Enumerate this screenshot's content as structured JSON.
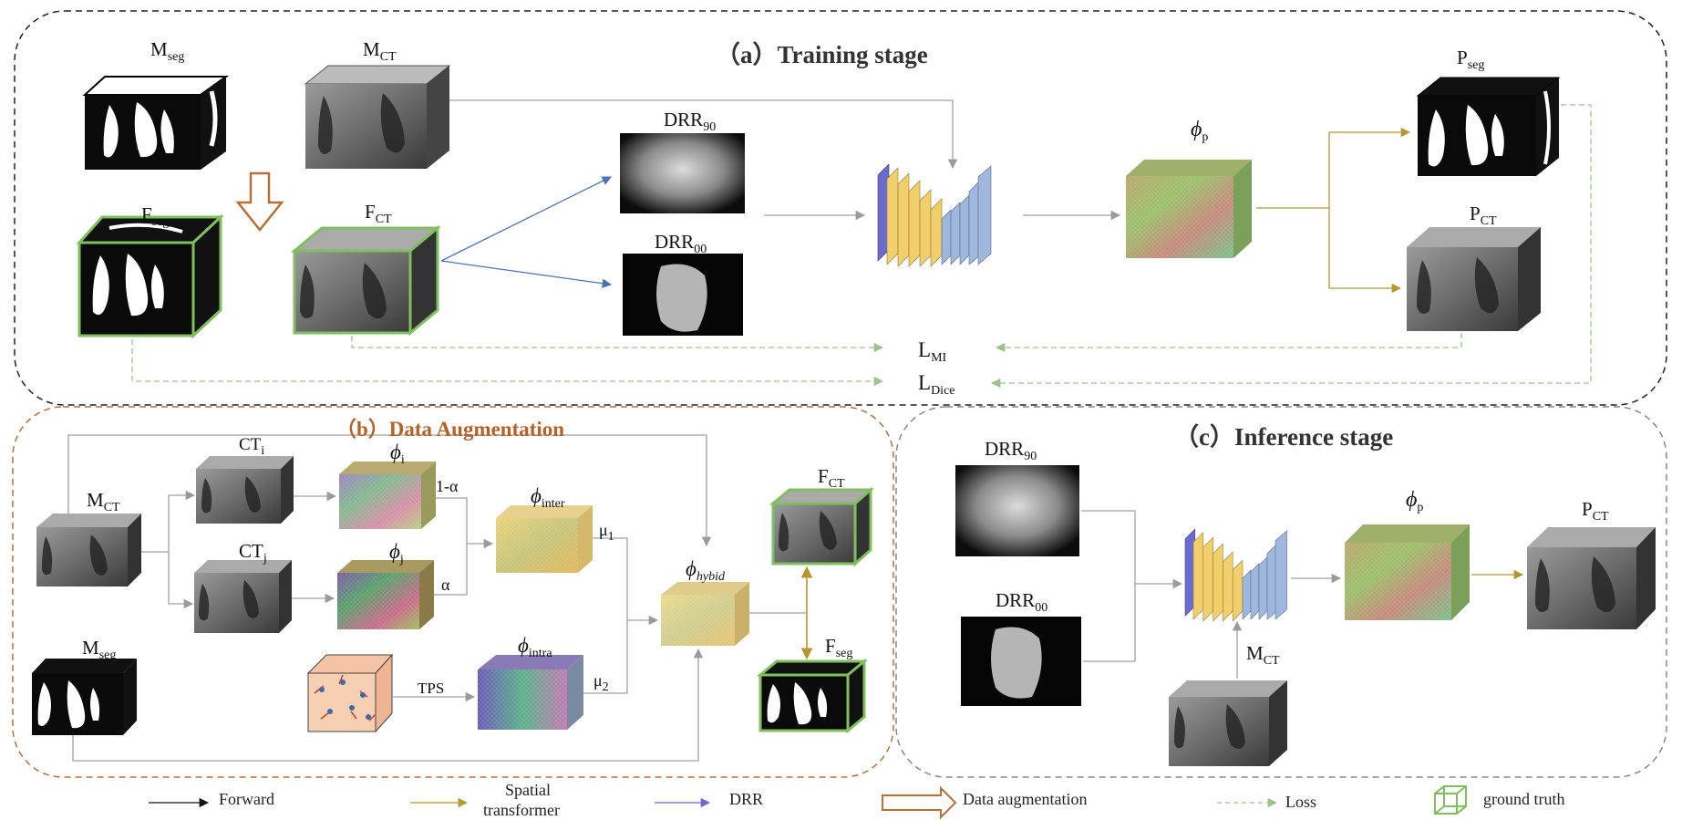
{
  "panels": {
    "training": "（a）Training stage",
    "augmentation": "（b）Data Augmentation",
    "inference": "（c）Inference stage"
  },
  "labels": {
    "a_mseg": {
      "base": "M",
      "sub": "seg"
    },
    "a_mct": {
      "base": "M",
      "sub": "CT"
    },
    "a_fseg": {
      "base": "F",
      "sub": "seg"
    },
    "a_fct": {
      "base": "F",
      "sub": "CT"
    },
    "a_drr90": {
      "base": "DRR",
      "sub": "90"
    },
    "a_drr00": {
      "base": "DRR",
      "sub": "00"
    },
    "a_phip": {
      "base": "ϕ",
      "sub": "p"
    },
    "a_pseg": {
      "base": "P",
      "sub": "seg"
    },
    "a_pct": {
      "base": "P",
      "sub": "CT"
    },
    "a_lmi": {
      "base": "L",
      "sub": "MI"
    },
    "a_ldice": {
      "base": "L",
      "sub": "Dice"
    },
    "b_mct": {
      "base": "M",
      "sub": "CT"
    },
    "b_cti": {
      "base": "CT",
      "sub": "i"
    },
    "b_ctj": {
      "base": "CT",
      "sub": "j"
    },
    "b_mseg": {
      "base": "M",
      "sub": "seg"
    },
    "b_phii": {
      "base": "ϕ",
      "sub": "i"
    },
    "b_phij": {
      "base": "ϕ",
      "sub": "j"
    },
    "b_phiinter": {
      "base": "ϕ",
      "sub": "inter"
    },
    "b_phiintra": {
      "base": "ϕ",
      "sub": "intra"
    },
    "b_phihybid": {
      "base": "ϕ",
      "sub": "hybid"
    },
    "b_fct": {
      "base": "F",
      "sub": "CT"
    },
    "b_fseg": {
      "base": "F",
      "sub": "seg"
    },
    "b_one_minus_alpha": "1-α",
    "b_alpha": "α",
    "b_mu1": {
      "base": "μ",
      "sub": "1"
    },
    "b_mu2": {
      "base": "μ",
      "sub": "2"
    },
    "b_tps": "TPS",
    "c_drr90": {
      "base": "DRR",
      "sub": "90"
    },
    "c_drr00": {
      "base": "DRR",
      "sub": "00"
    },
    "c_phip": {
      "base": "ϕ",
      "sub": "p"
    },
    "c_pct": {
      "base": "P",
      "sub": "CT"
    },
    "c_mct": {
      "base": "M",
      "sub": "CT"
    }
  },
  "legend": {
    "forward": "Forward",
    "spatial_1": "Spatial",
    "spatial_2": "transformer",
    "drr": "DRR",
    "augmentation": "Data augmentation",
    "loss": "Loss",
    "ground_truth": "ground truth"
  },
  "colors": {
    "training_border": "#222222",
    "augmentation_border": "#b5703a",
    "inference_border": "#888888",
    "augmentation_title": "#b5612a",
    "forward_arrow": "#a0a0a0",
    "spatial_arrow": "#b8962e",
    "drr_arrow": "#4a74b4",
    "loss_arrow": "#9cc48a",
    "ground_truth": "#7fbf5f",
    "unet_blue": "#6a6ad0",
    "unet_yellow": "#f2cf6a",
    "unet_lightblue": "#9fb7dc"
  }
}
